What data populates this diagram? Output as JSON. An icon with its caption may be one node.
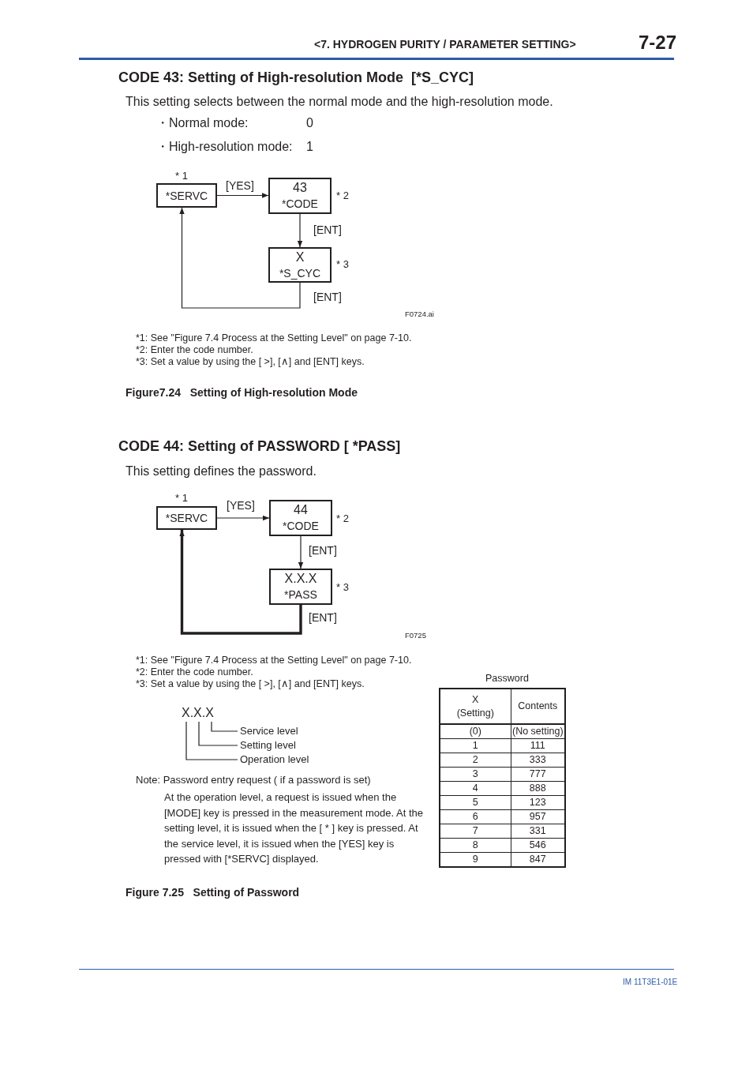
{
  "diagram": {
    "nodes": [
      {
        "text": [
          "*SERVC"
        ],
        "beside": [
          "* 1"
        ]
      },
      {
        "text": [
          "43",
          "*CODE"
        ],
        "beside": [
          "* 2"
        ]
      },
      {
        "text": [
          "X",
          "*S_CYC"
        ],
        "beside": [
          "* 3"
        ]
      },
      {
        "text": [
          "*SERVC"
        ],
        "beside": [
          "* 1"
        ]
      },
      {
        "text": [
          "44",
          "*CODE"
        ],
        "beside": [
          "* 2"
        ]
      },
      {
        "text": [
          "X.X.X",
          "*PASS"
        ],
        "beside": [
          "* 3"
        ]
      },
      {
        "text": [
          "X.X.X"
        ]
      },
      {
        "text": [
          "Service level"
        ]
      },
      {
        "text": [
          "Setting level"
        ]
      },
      {
        "text": [
          "Operation level"
        ]
      }
    ],
    "edges": [
      {
        "from": 0,
        "to": 1,
        "arrow": "to",
        "label": "[YES]"
      },
      {
        "from": 1,
        "to": 2,
        "arrow": "to",
        "label": "[ENT]"
      },
      {
        "from": 2,
        "to": 0,
        "arrow": "to",
        "label": "[ENT]"
      },
      {
        "from": 3,
        "to": 4,
        "arrow": "to",
        "label": "[YES]"
      },
      {
        "from": 4,
        "to": 5,
        "arrow": "to",
        "label": "[ENT]"
      },
      {
        "from": 5,
        "to": 3,
        "arrow": "to",
        "label": "[ENT]",
        "style": "thick"
      },
      {
        "from": 7,
        "to": 6,
        "arrow": "none"
      },
      {
        "from": 8,
        "to": 6,
        "arrow": "none"
      },
      {
        "from": 9,
        "to": 6,
        "arrow": "none"
      }
    ],
    "labels": [
      "<7. HYDROGEN PURITY / PARAMETER SETTING>",
      "7-27",
      "CODE 43: Setting of High-resolution Mode  [*S_CYC]",
      "This setting selects between the normal mode and the high-resolution mode.",
      "・Normal mode:",
      "0",
      "・High-resolution mode:",
      "1",
      "F0724.ai",
      "*1: See \"Figure 7.4 Process at the Setting Level\" on page 7-10.",
      "*2: Enter the code number.",
      "*3: Set a value by using the [ >], [∧] and [ENT] keys.",
      "Figure7.24   Setting of High-resolution Mode",
      "CODE 44: Setting of PASSWORD [ *PASS]",
      "This setting defines the password.",
      "F0725",
      "*1: See \"Figure 7.4 Process at the Setting Level\" on page 7-10.",
      "*2: Enter the code number.",
      "*3: Set a value by using the [ >], [∧] and [ENT] keys.",
      "Password",
      "X (Setting)",
      "Contents",
      "(0)",
      "(No setting)",
      "1",
      "111",
      "2",
      "333",
      "3",
      "777",
      "4",
      "888",
      "5",
      "123",
      "6",
      "957",
      "7",
      "331",
      "8",
      "546",
      "9",
      "847",
      "Note: Password entry request ( if a password is set)",
      "At the operation level, a request is issued when the [MODE] key is pressed in the measurement mode. At the setting level, it is issued when the [ * ] key is pressed. At the service level, it is issued when the [YES] key is pressed with [*SERVC] displayed.",
      "Figure 7.25   Setting of Password",
      "IM 11T3E1-01E"
    ]
  }
}
